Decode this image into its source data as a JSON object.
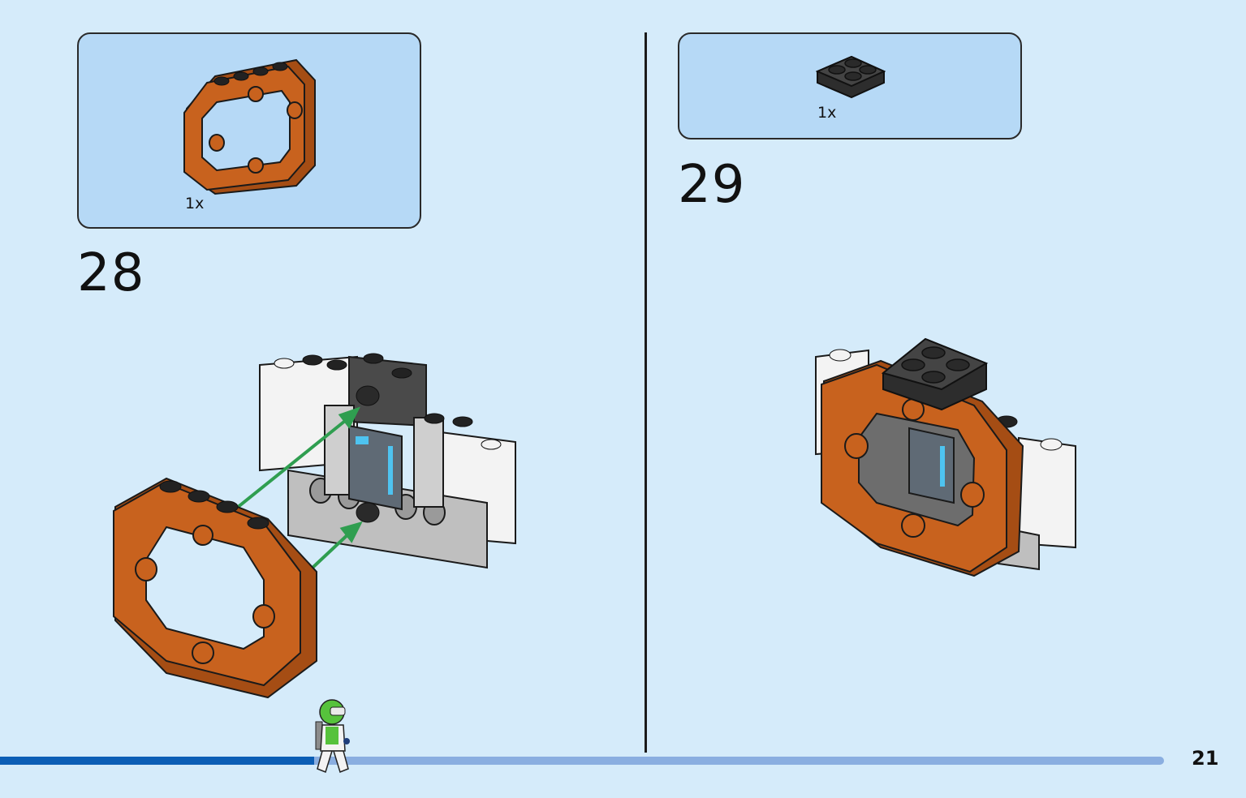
{
  "steps": [
    {
      "number": "28",
      "quantity": "1x",
      "part_icon": "orange-octagonal-frame-icon"
    },
    {
      "number": "29",
      "quantity": "1x",
      "part_icon": "dark-gray-2x2-plate-icon"
    }
  ],
  "page": {
    "number": "21",
    "progress_fraction": 0.27
  },
  "colors": {
    "background": "#d5ebfa",
    "callout": "#b6d9f6",
    "orange_brick": "#c8621e",
    "dark_gray_brick": "#3a3a3a",
    "light_gray_brick": "#bfbfbf",
    "white_brick": "#f3f3f3",
    "arrow_green": "#2f9e50",
    "progress_fill": "#0c5eb5",
    "progress_track": "#8aaee0",
    "minifig_green": "#56c23c"
  }
}
